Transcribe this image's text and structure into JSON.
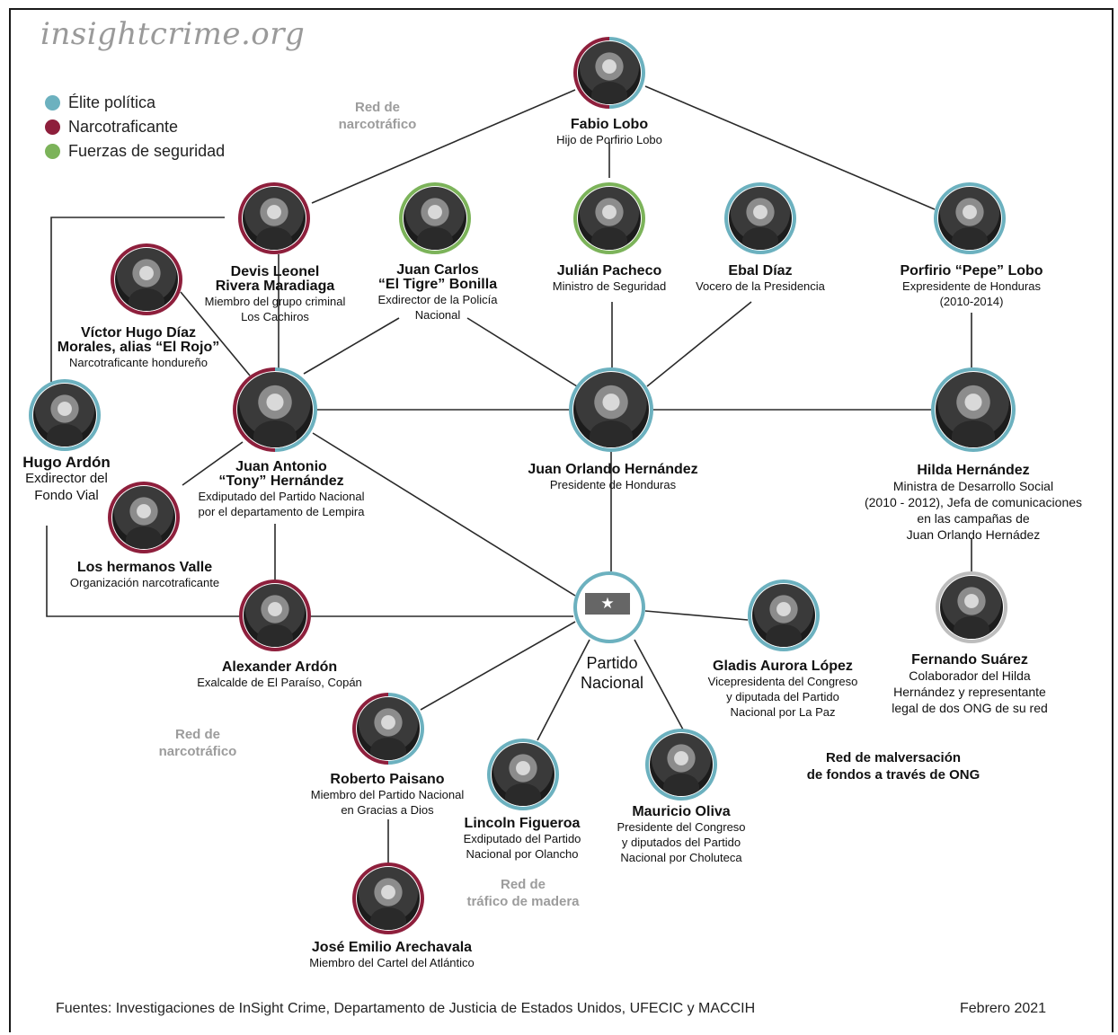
{
  "site_logo": "insightcrime.org",
  "colors": {
    "elite": "#6cb1bf",
    "narco": "#8e1f3c",
    "security": "#7cb35a",
    "party": "#6cb1bf",
    "line": "#2a2a2a"
  },
  "legend": [
    {
      "label": "Élite política",
      "category": "elite"
    },
    {
      "label": "Narcotraficante",
      "category": "narco"
    },
    {
      "label": "Fuerzas de seguridad",
      "category": "security"
    }
  ],
  "nodes": [
    {
      "id": "fabio",
      "name_lines": [
        "Fabio Lobo"
      ],
      "desc_lines": [
        "Hijo de Porfirio Lobo"
      ],
      "category": "split-narco-elite"
    },
    {
      "id": "devis",
      "name_lines": [
        "Devis Leonel",
        "Rivera Maradiaga"
      ],
      "desc_lines": [
        "Miembro del grupo criminal",
        "Los Cachiros"
      ],
      "category": "narco"
    },
    {
      "id": "tigre",
      "name_lines": [
        "Juan Carlos",
        "“El Tigre” Bonilla"
      ],
      "desc_lines": [
        "Exdirector de la Policía",
        "Nacional"
      ],
      "category": "security"
    },
    {
      "id": "julian",
      "name_lines": [
        "Julián Pacheco"
      ],
      "desc_lines": [
        "Ministro de Seguridad"
      ],
      "category": "security"
    },
    {
      "id": "ebal",
      "name_lines": [
        "Ebal Díaz"
      ],
      "desc_lines": [
        "Vocero de la Presidencia"
      ],
      "category": "elite"
    },
    {
      "id": "porfirio",
      "name_lines": [
        "Porfirio “Pepe” Lobo"
      ],
      "desc_lines": [
        "Expresidente de Honduras",
        "(2010-2014)"
      ],
      "category": "elite"
    },
    {
      "id": "victor",
      "name_lines": [
        "Víctor Hugo Díaz",
        "Morales, alias “El Rojo”"
      ],
      "desc_lines": [
        "Narcotraficante hondureño"
      ],
      "category": "narco"
    },
    {
      "id": "hugo",
      "name_lines": [
        "Hugo Ardón"
      ],
      "desc_lines": [
        "Exdirector del",
        "Fondo Vial"
      ],
      "category": "elite"
    },
    {
      "id": "tony",
      "name_lines": [
        "Juan Antonio",
        "“Tony” Hernández"
      ],
      "desc_lines": [
        "Exdiputado del Partido Nacional",
        "por el departamento de Lempira"
      ],
      "category": "split-narco-elite"
    },
    {
      "id": "joh",
      "name_lines": [
        "Juan Orlando Hernández"
      ],
      "desc_lines": [
        "Presidente de Honduras"
      ],
      "category": "elite"
    },
    {
      "id": "hilda",
      "name_lines": [
        "Hilda Hernández"
      ],
      "desc_lines": [
        "Ministra de Desarrollo Social",
        "(2010 - 2012), Jefa de comunicaciones",
        "en las campañas de",
        "Juan Orlando Hernádez"
      ],
      "category": "elite"
    },
    {
      "id": "valle",
      "name_lines": [
        "Los hermanos Valle"
      ],
      "desc_lines": [
        "Organización narcotraficante"
      ],
      "category": "narco"
    },
    {
      "id": "alexander",
      "name_lines": [
        "Alexander Ardón"
      ],
      "desc_lines": [
        "Exalcalde de El Paraíso, Copán"
      ],
      "category": "narco"
    },
    {
      "id": "partido",
      "name_lines": [
        "Partido",
        "Nacional"
      ],
      "desc_lines": [],
      "category": "party"
    },
    {
      "id": "gladis",
      "name_lines": [
        "Gladis Aurora López"
      ],
      "desc_lines": [
        "Vicepresidenta del Congreso",
        "y diputada del Partido",
        "Nacional por La Paz"
      ],
      "category": "elite"
    },
    {
      "id": "fernando",
      "name_lines": [
        "Fernando Suárez"
      ],
      "desc_lines": [
        "Colaborador del Hilda",
        "Hernández y representante",
        "legal de dos ONG de su red"
      ],
      "category": "gray"
    },
    {
      "id": "roberto",
      "name_lines": [
        "Roberto Paisano"
      ],
      "desc_lines": [
        "Miembro del Partido Nacional",
        "en Gracias a Dios"
      ],
      "category": "split-narco-elite"
    },
    {
      "id": "lincoln",
      "name_lines": [
        "Lincoln Figueroa"
      ],
      "desc_lines": [
        "Exdiputado del Partido",
        "Nacional por Olancho"
      ],
      "category": "elite"
    },
    {
      "id": "mauricio",
      "name_lines": [
        "Mauricio Oliva"
      ],
      "desc_lines": [
        "Presidente del Congreso",
        "y diputados del Partido",
        "Nacional por Choluteca"
      ],
      "category": "elite"
    },
    {
      "id": "jose",
      "name_lines": [
        "José Emilio Arechavala"
      ],
      "desc_lines": [
        "Miembro del Cartel del Atlántico"
      ],
      "category": "narco"
    }
  ],
  "networks": [
    {
      "id": "narco-top",
      "lines": [
        "Red de",
        "narcotráfico"
      ],
      "style": "gray"
    },
    {
      "id": "narco-bottom",
      "lines": [
        "Red de",
        "narcotráfico"
      ],
      "style": "gray"
    },
    {
      "id": "madera",
      "lines": [
        "Red de",
        "tráfico de madera"
      ],
      "style": "gray"
    },
    {
      "id": "ong",
      "lines": [
        "Red de malversación",
        "de fondos a través de ONG"
      ],
      "style": "dark"
    }
  ],
  "footer": {
    "sources": "Fuentes: Investigaciones de InSight Crime, Departamento de Justicia de Estados Unidos, UFECIC y MACCIH",
    "date": "Febrero 2021"
  }
}
